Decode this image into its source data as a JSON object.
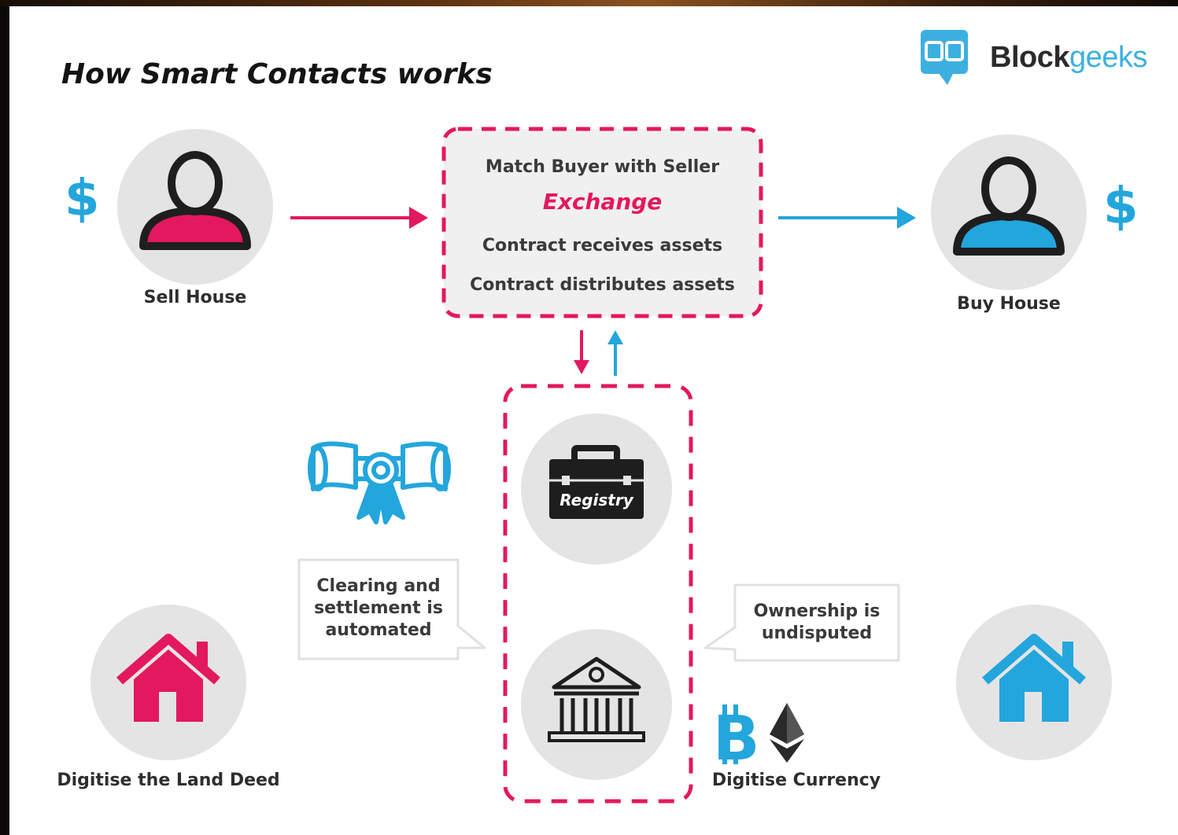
{
  "title": "How Smart Contacts works",
  "logo": {
    "part1": "Block",
    "part2": "geeks"
  },
  "seller": {
    "label": "Sell House",
    "currency": "$"
  },
  "buyer": {
    "label": "Buy House",
    "currency": "$"
  },
  "contract_box": {
    "line1": "Match Buyer with Seller",
    "highlight": "Exchange",
    "line3": "Contract receives assets",
    "line4": "Contract distributes assets"
  },
  "registry_label": "Registry",
  "callout_left": [
    "Clearing and",
    "settlement is",
    "automated"
  ],
  "callout_right": [
    "Ownership is",
    "undisputed"
  ],
  "land_deed_label": "Digitise the Land Deed",
  "currency_label": "Digitise Currency",
  "colors": {
    "pink": "#e3185e",
    "blue": "#23a6dc",
    "circle": "#e4e4e4",
    "dark": "#1e1e1e"
  },
  "icons": [
    "seller-person-icon",
    "buyer-person-icon",
    "dollar-icon",
    "certificate-icon",
    "briefcase-icon",
    "bank-icon",
    "house-icon",
    "bitcoin-icon",
    "ethereum-icon",
    "blockgeeks-logo-icon"
  ]
}
